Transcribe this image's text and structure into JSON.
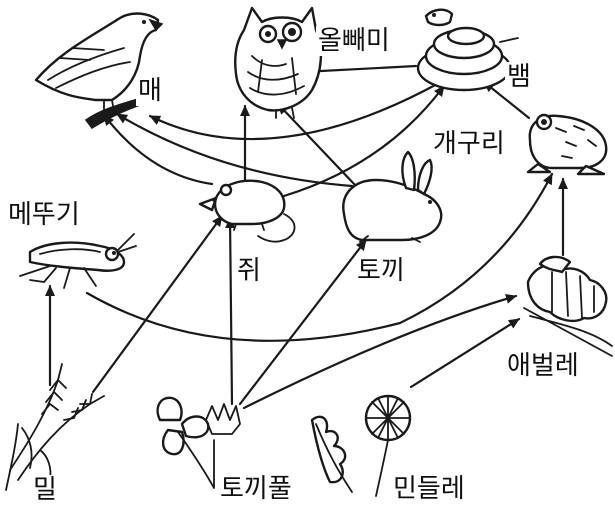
{
  "organisms": {
    "hawk": "매",
    "owl": "올빼미",
    "snake": "뱀",
    "frog": "개구리",
    "grasshopper": "메뚜기",
    "mouse": "쥐",
    "rabbit": "토끼",
    "caterpillar": "애벌레",
    "wheat": "밀",
    "clover": "토끼풀",
    "dandelion": "민들레"
  },
  "colors": {
    "ink": "#1a1a1a",
    "background": "#ffffff"
  },
  "links": [
    [
      "wheat",
      "grasshopper"
    ],
    [
      "wheat",
      "mouse"
    ],
    [
      "clover",
      "mouse"
    ],
    [
      "clover",
      "rabbit"
    ],
    [
      "clover",
      "caterpillar"
    ],
    [
      "dandelion",
      "caterpillar"
    ],
    [
      "grasshopper",
      "frog"
    ],
    [
      "caterpillar",
      "frog"
    ],
    [
      "frog",
      "snake"
    ],
    [
      "mouse",
      "owl"
    ],
    [
      "mouse",
      "hawk"
    ],
    [
      "mouse",
      "snake"
    ],
    [
      "rabbit",
      "hawk"
    ],
    [
      "rabbit",
      "owl"
    ],
    [
      "snake",
      "hawk"
    ],
    [
      "snake",
      "owl"
    ]
  ]
}
